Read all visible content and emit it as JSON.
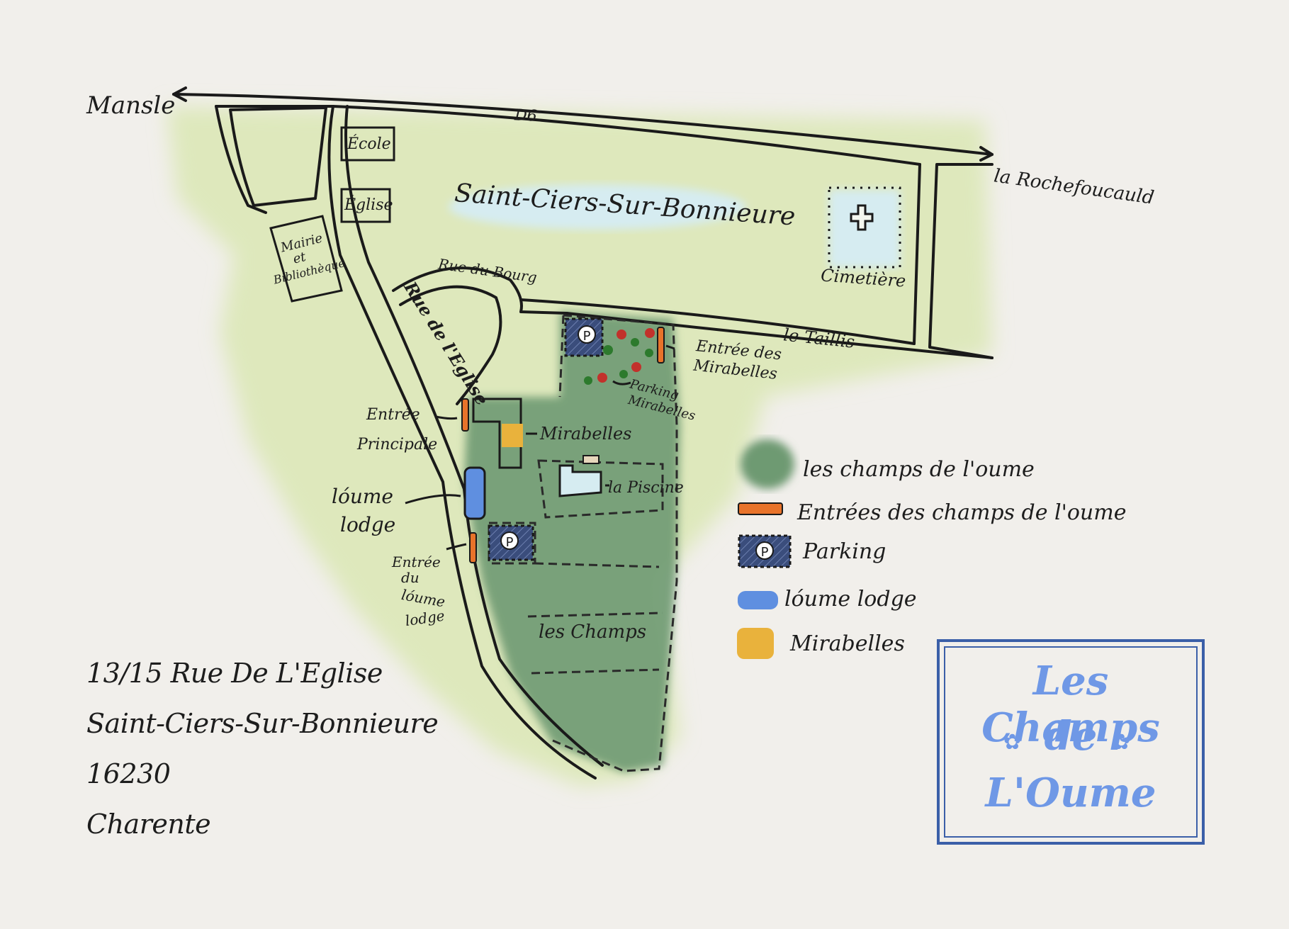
{
  "map": {
    "places": {
      "mansle": "Mansle",
      "road_d6": "D6",
      "larochefoucauld": "la Rochefoucauld",
      "town": "Saint-Ciers-Sur-Bonnieure",
      "ecole": "École",
      "eglise": "Église",
      "mairie_1": "Mairie",
      "mairie_2": "et",
      "mairie_3": "Bibliothèque",
      "rue_du_bourg": "Rue du Bourg",
      "rue_de_l_eglise": "Rue de l'Eglise",
      "cimetiere": "Cimetière",
      "le_taillis": "le Taillis",
      "entree_mirabelles_1": "Entrée des",
      "entree_mirabelles_2": "Mirabelles",
      "parking_mirabelles_1": "Parking",
      "parking_mirabelles_2": "Mirabelles",
      "entree_principale_1": "Entrée",
      "entree_principale_2": "Principale",
      "mirabelles": "Mirabelles",
      "la_piscine": "la Piscine",
      "loume_lodge_1": "lóume",
      "loume_lodge_2": "lodge",
      "entree_lodge_1": "Entrée",
      "entree_lodge_2": "du",
      "entree_lodge_3": "lóume",
      "entree_lodge_4": "lodge",
      "les_champs": "les Champs",
      "parking_symbol": "P"
    },
    "legend": [
      {
        "label": "les champs de l'oume",
        "color": "#6e9a72"
      },
      {
        "label": "Entrées des champs de l'oume",
        "color": "#e8732a"
      },
      {
        "label": "Parking",
        "color": "#3a4d7c"
      },
      {
        "label": "lóume lodge",
        "color": "#5f8fe0"
      },
      {
        "label": "Mirabelles",
        "color": "#e9b23c"
      }
    ],
    "colors": {
      "light_green": "#dbe8b4",
      "dark_green": "#6e9a72",
      "entrance": "#e8732a",
      "lodge": "#5f8fe0",
      "mirabelles": "#e9b23c",
      "parking": "#3a4d7c",
      "water": "#d6ecf1",
      "title": "#6f98e6"
    }
  },
  "address": {
    "line1": "13/15 Rue De L'Eglise",
    "line2": "Saint-Ciers-Sur-Bonnieure",
    "line3": "16230",
    "line4": "Charente"
  },
  "title": {
    "line1": "Les Champs",
    "line2": "de",
    "line3": "L'Oume",
    "flower_icon": "flower-icon"
  }
}
